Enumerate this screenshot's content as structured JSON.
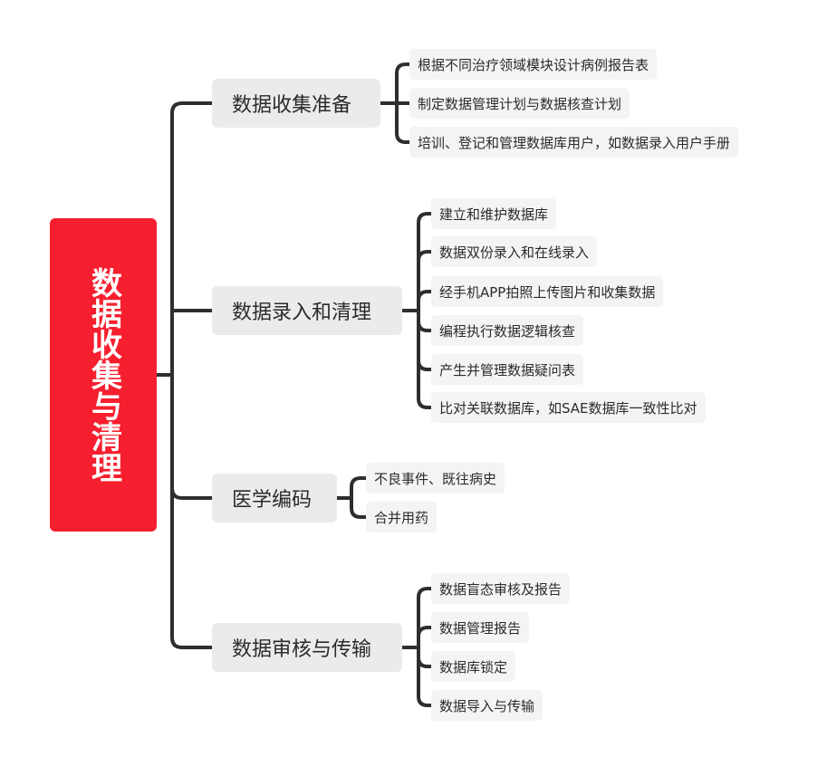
{
  "root": {
    "title": "数据收集与清理",
    "color": "#f61f2f"
  },
  "branches": [
    {
      "label": "数据收集准备",
      "items": [
        "根据不同治疗领域模块设计病例报告表",
        "制定数据管理计划与数据核查计划",
        "培训、登记和管理数据库用户，如数据录入用户手册"
      ]
    },
    {
      "label": "数据录入和清理",
      "items": [
        "建立和维护数据库",
        "数据双份录入和在线录入",
        "经手机APP拍照上传图片和收集数据",
        "编程执行数据逻辑核查",
        "产生并管理数据疑问表",
        "比对关联数据库，如SAE数据库一致性比对"
      ]
    },
    {
      "label": "医学编码",
      "items": [
        "不良事件、既往病史",
        "合并用药"
      ]
    },
    {
      "label": "数据审核与传输",
      "items": [
        "数据盲态审核及报告",
        "数据管理报告",
        "数据库锁定",
        "数据导入与传输"
      ]
    }
  ],
  "colors": {
    "connector": "#2e2e2e",
    "branch_bg": "#ebebeb",
    "leaf_bg": "#f4f4f4"
  }
}
